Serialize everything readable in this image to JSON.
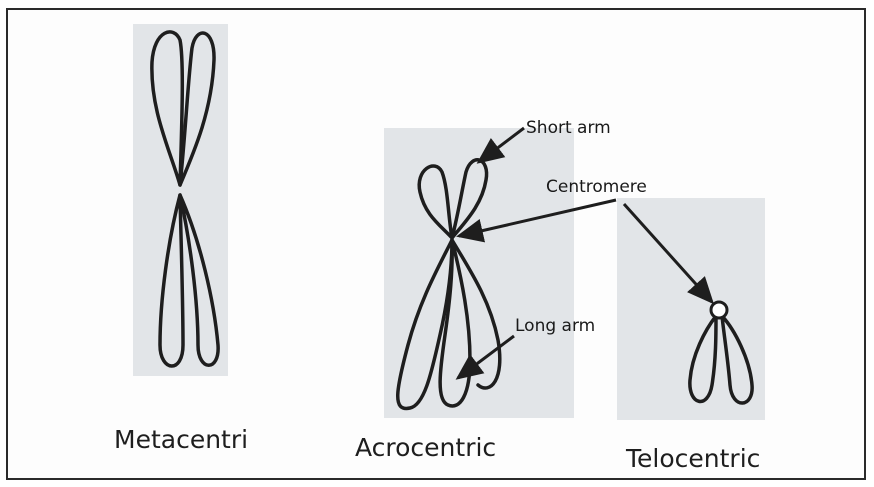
{
  "captions": {
    "metacentric": "Metacentri",
    "acrocentric": "Acrocentric",
    "telocentric": "Telocentric"
  },
  "labels": {
    "short_arm": "Short  arm",
    "centromere": "Centromere",
    "long_arm": "Long  arm"
  },
  "colors": {
    "ink": "#1e1e1e",
    "shade": "#dfe3e6",
    "border": "#2a2a2a"
  }
}
